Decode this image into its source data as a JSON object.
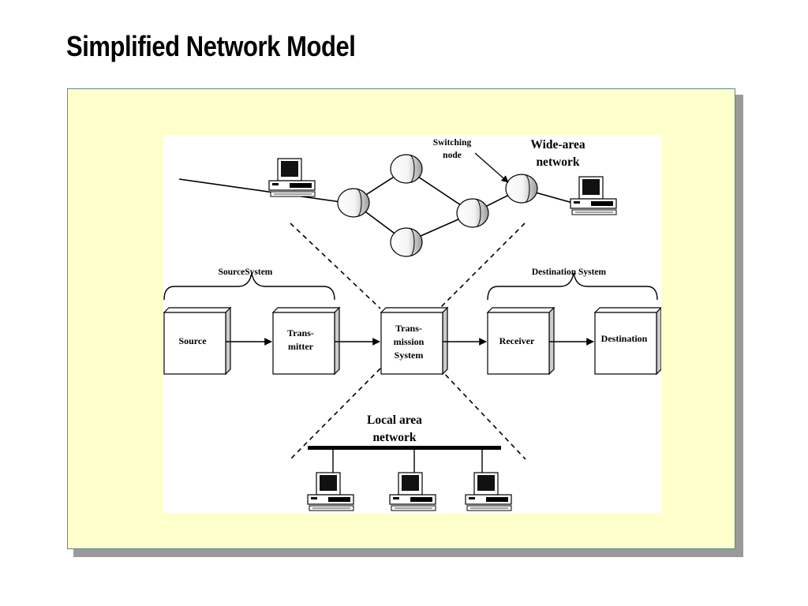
{
  "slide": {
    "title": "Simplified Network Model"
  },
  "wan": {
    "title_line1": "Wide-area",
    "title_line2": "network",
    "switching_line1": "Switching",
    "switching_line2": "node"
  },
  "systems": {
    "source_label": "SourceSystem",
    "destination_label": "Destination System"
  },
  "boxes": {
    "source": "Source",
    "transmitter_line1": "Trans-",
    "transmitter_line2": "mitter",
    "transmission_line1": "Trans-",
    "transmission_line2": "mission",
    "transmission_line3": "System",
    "receiver": "Receiver",
    "destination": "Destination"
  },
  "lan": {
    "title_line1": "Local area",
    "title_line2": "network"
  },
  "colors": {
    "panel_fill": "#ffffcc",
    "panel_border": "#5a8c8c",
    "shadow": "#9a9a9a",
    "line": "#000000"
  },
  "icons": [
    "computer-icon",
    "switching-node-icon"
  ]
}
